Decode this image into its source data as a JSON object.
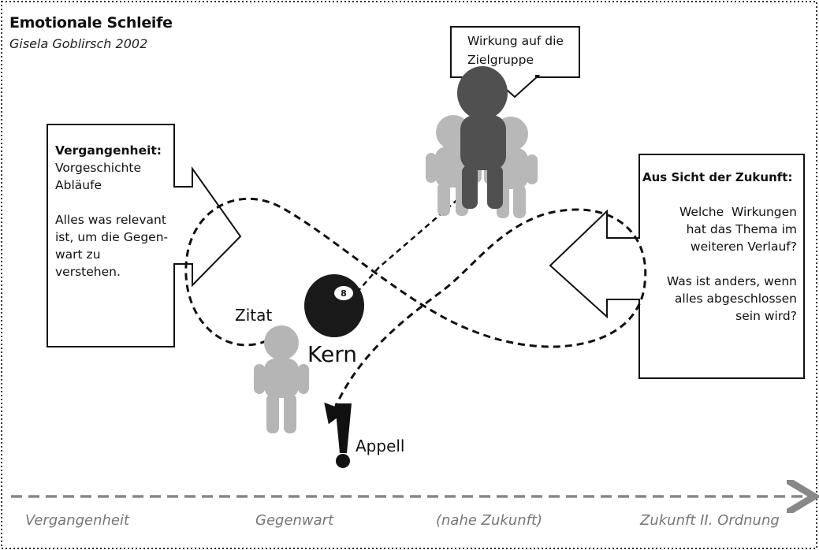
{
  "title": "Emotionale Schleife",
  "subtitle": "Gisela Goblirsch 2002",
  "left_box": {
    "heading": "Vergangenheit:",
    "lines": [
      "Vorgeschichte",
      "Abläufe",
      "",
      "Alles was relevant",
      "ist, um die Gegen-",
      "wart zu",
      "verstehen."
    ]
  },
  "right_box": {
    "heading": "Aus Sicht der Zukunft:",
    "lines": [
      "",
      "Welche  Wirkungen",
      "hat das Thema im",
      "weiteren Verlauf?",
      "",
      "Was ist anders, wenn",
      "alles abgeschlossen",
      "sein wird?"
    ]
  },
  "top_box": {
    "line1": "Wirkung auf die",
    "line2": "Zielgruppe"
  },
  "labels": {
    "zitat": "Zitat",
    "kern": "Kern",
    "appell": "Appell"
  },
  "timeline": [
    "Vergangenheit",
    "Gegenwart",
    "(nahe Zukunft)",
    "Zukunft II. Ordnung"
  ],
  "colors": {
    "frame": "#333333",
    "axis": "#888888",
    "figure_light": "#b5b5b5",
    "figure_dark": "#555555",
    "ball": "#1a1a1a"
  }
}
